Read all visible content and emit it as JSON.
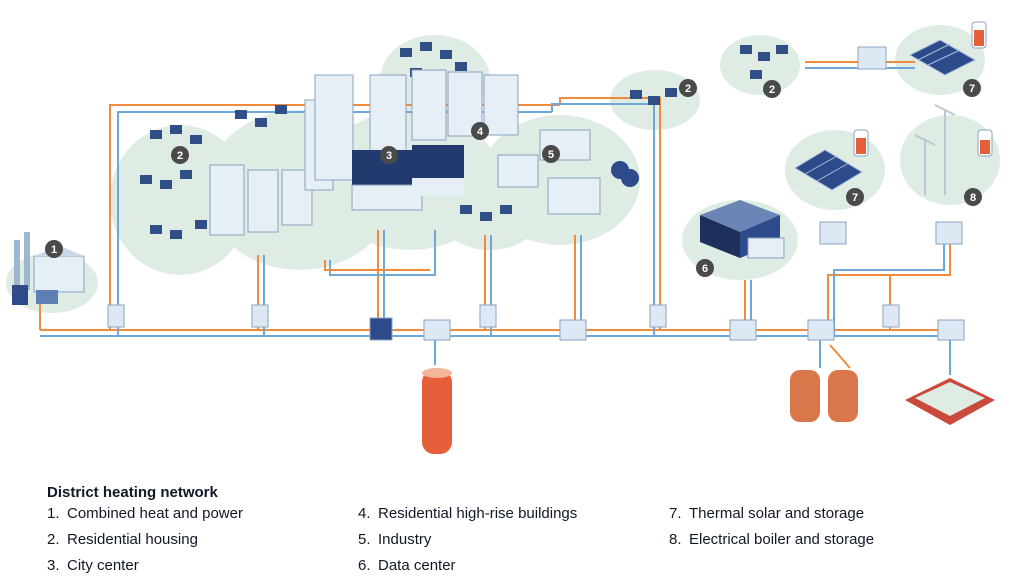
{
  "legend": {
    "title": "District heating network",
    "items": [
      {
        "number": "1.",
        "label": "Combined heat and power"
      },
      {
        "number": "2.",
        "label": "Residential housing"
      },
      {
        "number": "3.",
        "label": "City center"
      },
      {
        "number": "4.",
        "label": "Residential high-rise buildings"
      },
      {
        "number": "5.",
        "label": "Industry"
      },
      {
        "number": "6.",
        "label": "Data center"
      },
      {
        "number": "7.",
        "label": "Thermal solar and storage"
      },
      {
        "number": "8.",
        "label": "Electrical boiler and storage"
      }
    ]
  },
  "badges": {
    "chp": "1",
    "housing_left": "2",
    "housing_right": "2",
    "housing_top_right": "2",
    "city_center": "3",
    "high_rise": "4",
    "industry": "5",
    "data_center": "6",
    "solar_top": "7",
    "solar_mid": "7",
    "boiler": "8"
  },
  "colors": {
    "supply_pipe": "#f08a3c",
    "return_pipe": "#6fa8d8",
    "ground": "#dfece4",
    "building_light": "#e6eef6",
    "building_dark": "#233a6e",
    "badge": "#4a4a4a",
    "storage_hot": "#e5603a"
  }
}
